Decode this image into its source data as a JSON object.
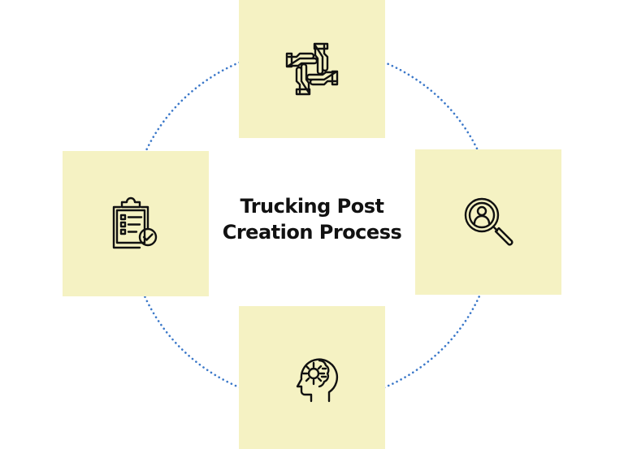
{
  "diagram": {
    "title_lines": [
      "Trucking Post",
      "Creation Process"
    ],
    "ring_color": "#3b78c9",
    "box_color": "#f5f2c3",
    "icon_color": "#111111",
    "nodes": [
      {
        "position": "top",
        "icon": "handshake-circle-icon"
      },
      {
        "position": "right",
        "icon": "search-user-icon"
      },
      {
        "position": "bottom",
        "icon": "head-brain-gear-icon"
      },
      {
        "position": "left",
        "icon": "clipboard-checklist-icon"
      }
    ]
  }
}
